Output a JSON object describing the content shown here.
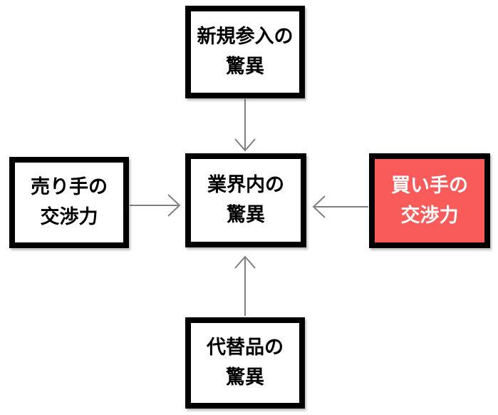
{
  "diagram": {
    "name": "five-forces-diagram",
    "boxes": [
      {
        "id": "new-entrants",
        "position": "top",
        "lines": [
          "新規参入の",
          "驚異"
        ],
        "highlighted": false
      },
      {
        "id": "suppliers",
        "position": "left",
        "lines": [
          "売り手の",
          "交渉力"
        ],
        "highlighted": false
      },
      {
        "id": "industry",
        "position": "center",
        "lines": [
          "業界内の",
          "驚異"
        ],
        "highlighted": false
      },
      {
        "id": "buyers",
        "position": "right",
        "lines": [
          "買い手の",
          "交渉力"
        ],
        "highlighted": true
      },
      {
        "id": "substitutes",
        "position": "bottom",
        "lines": [
          "代替品の",
          "驚異"
        ],
        "highlighted": false
      }
    ],
    "arrows": [
      {
        "id": "top-to-center",
        "direction": "down"
      },
      {
        "id": "left-to-center",
        "direction": "right"
      },
      {
        "id": "right-to-center",
        "direction": "left"
      },
      {
        "id": "bottom-to-center",
        "direction": "up"
      }
    ],
    "colors": {
      "background": "#ffffff",
      "box_border": "#000000",
      "box_background": "#ffffff",
      "box_text": "#000000",
      "highlight_background": "#f95b5b",
      "highlight_text": "#ffffff",
      "arrow": "#7f7f7f"
    }
  }
}
